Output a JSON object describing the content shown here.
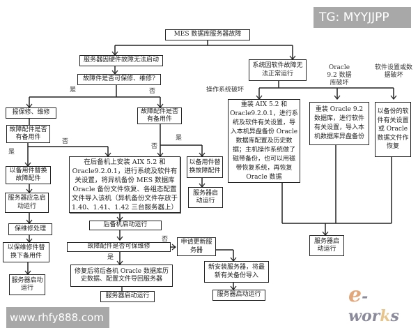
{
  "watermarks": {
    "top_right": "TG: MYYJJPP",
    "bottom_left": "www.rhfy888.com",
    "logo": "e-works"
  },
  "nodes": {
    "root": "MES 数据库服务器故障",
    "hw_fail": "服务器因硬件故障无法启动",
    "hw_repairable_q": "故障件是否可保修、维修?",
    "report_repair": "报保修、维修",
    "spare_q1": "故障配件是否有备用件",
    "replace_spare1": "以备用件替换故障配件",
    "server_emergency_start": "服务器应急启动运行",
    "warranty_handle": "保维修处理",
    "replace_repaired": "以保维修件替换下备用件",
    "server_start_1": "服务器启动运行",
    "spare_q2": "故障配件是否有备用件",
    "backup_install": "在后备机上安装 AIX 5.2 和 Oracle9.2.0.1，进行系统及软件有关设置，将异机备份 MES 数据库 Oracle 备份文件恢复、各组态配置文件导入该机（异机备份文件存放于 1.40、1.41、1.42 三台服务器上）",
    "replace_spare2": "以备用件替换故障配件",
    "server_start_2": "服务器启动运行",
    "backup_start": "后备机启动运行",
    "repairable_q2": "故障配件是否可保维修",
    "restore_history": "修复后将后备机 Oracle 数据库历史数据、配置文件导回服务器",
    "server_start_3": "服务器启动运行",
    "apply_new_server": "申请更新服务器",
    "new_server_install": "新安装服务器，将最新有关备份导入",
    "server_start_4": "服务器启动运行",
    "sw_fail": "系统因软件故障无法正常运行",
    "reinstall_aix": "重装 AIX 5.2 和 Oracle9.2.0.1，进行系统及软件有关设置，导入本机异盘备份 Oracle 数据库配置及历史数据；主机操作系统做了磁带备份，也可以用磁带恢复系统，再恢复 Oracle 数据",
    "reinstall_oracle": "重装 Oracle 9.2 数据库，进行软件有关设置，导入本机数据库异盘备份",
    "restore_settings": "以备份的软件有关设置或 Oracle 数据文件作恢复",
    "server_start_5": "服务器启动运行"
  },
  "edge_labels": {
    "yes_1": "是",
    "no_1": "否",
    "no_2": "否",
    "yes_2": "是",
    "yes_3": "是",
    "no_3": "否",
    "yes_4": "是",
    "no_4": "否",
    "os_broken": "操作系统破坏",
    "oracle_broken": "Oracle 9.2 数据库破坏",
    "settings_broken": "软件设置或数据破坏"
  }
}
